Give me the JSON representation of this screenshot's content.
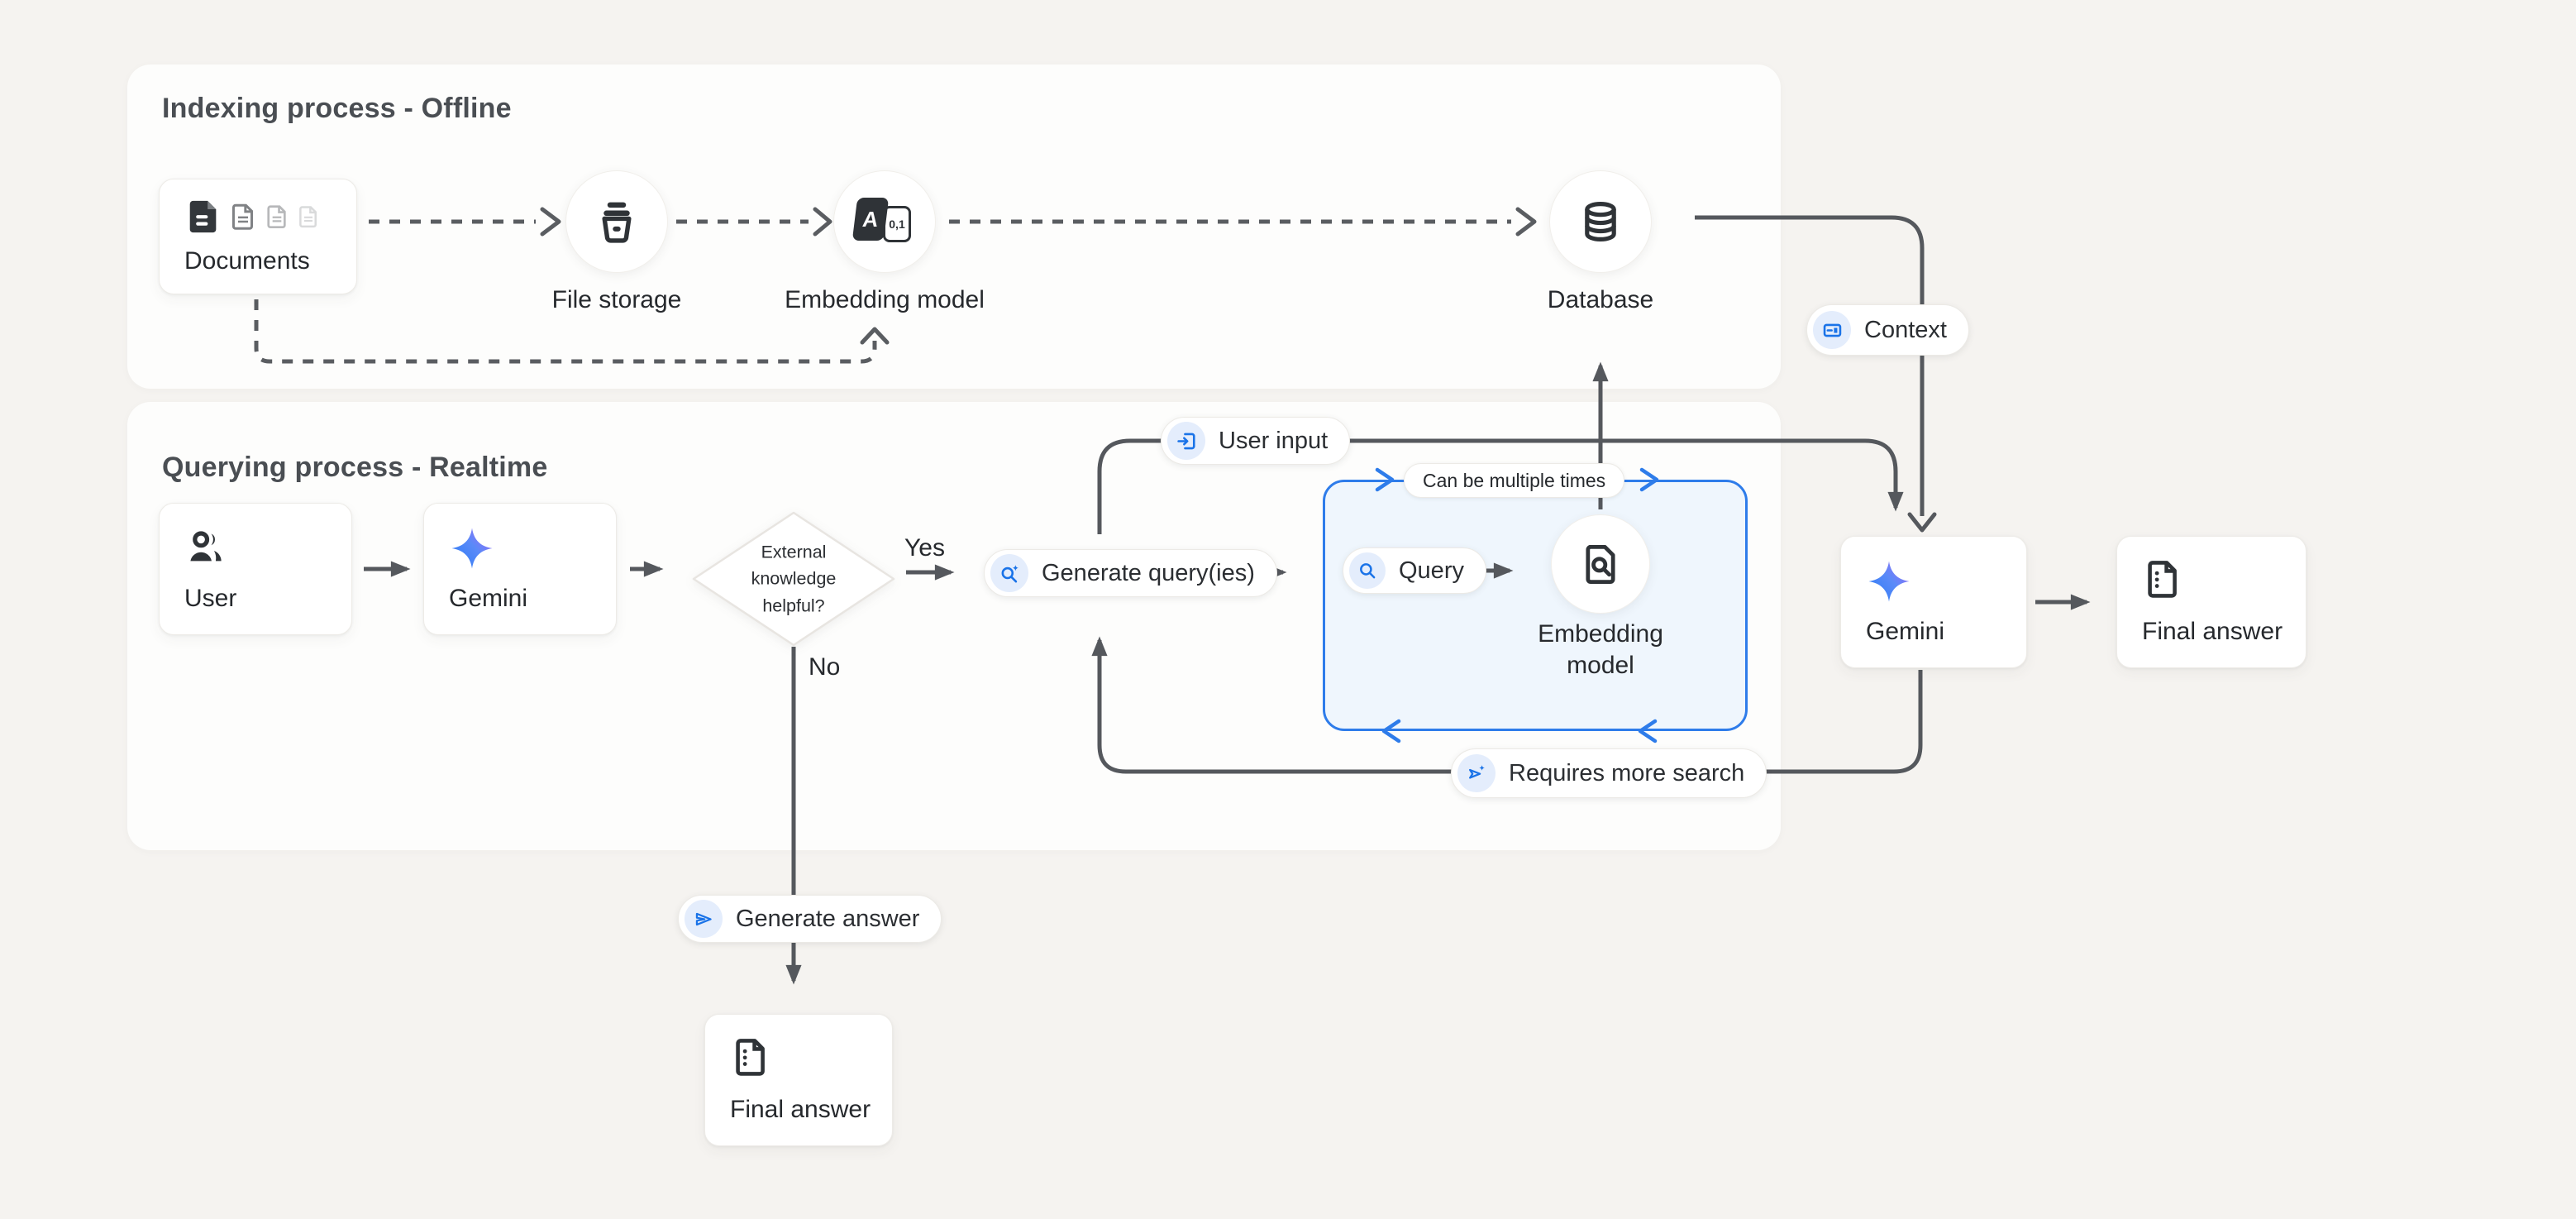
{
  "page": {
    "background": "#f5f3f0"
  },
  "colors": {
    "accent_blue": "#1a73e8",
    "loop_box_blue": "#2e7cea",
    "chip_background": "#e4edfc",
    "connector_gray": "#55585d",
    "panel_background": "#fdfdfc",
    "title_gray": "#4a4e53"
  },
  "panels": {
    "indexing": {
      "title": "Indexing process - Offline"
    },
    "querying": {
      "title": "Querying process - Realtime"
    }
  },
  "nodes": {
    "documents": {
      "label": "Documents",
      "icon": "document-stack-icon"
    },
    "file_storage": {
      "label": "File storage",
      "icon": "storage-bucket-icon"
    },
    "embedding_model_top": {
      "label": "Embedding model",
      "icon": "text-to-vector-icon",
      "glyph_a": "A",
      "glyph_numbers": "0,1"
    },
    "database": {
      "label": "Database",
      "icon": "database-icon"
    },
    "user": {
      "label": "User",
      "icon": "users-icon"
    },
    "gemini_query": {
      "label": "Gemini",
      "icon": "gemini-star-icon"
    },
    "decision": {
      "label": "External knowledge helpful?"
    },
    "embedding_model_realtime": {
      "label": "Embedding model",
      "icon": "file-search-icon"
    },
    "gemini_answer": {
      "label": "Gemini",
      "icon": "gemini-star-icon"
    },
    "final_answer_right": {
      "label": "Final answer",
      "icon": "document-icon"
    },
    "final_answer_bottom": {
      "label": "Final answer",
      "icon": "document-icon"
    }
  },
  "pills": {
    "context": {
      "label": "Context",
      "icon": "context-card-icon"
    },
    "user_input": {
      "label": "User input",
      "icon": "input-arrow-icon"
    },
    "generate_queries": {
      "label": "Generate query(ies)",
      "icon": "search-sparkle-icon"
    },
    "query": {
      "label": "Query",
      "icon": "search-icon"
    },
    "can_be_multiple_times": {
      "label": "Can be multiple times"
    },
    "requires_more_search": {
      "label": "Requires more search",
      "icon": "model-sparkle-icon"
    },
    "generate_answer": {
      "label": "Generate answer",
      "icon": "send-icon"
    }
  },
  "edge_labels": {
    "yes": "Yes",
    "no": "No"
  }
}
